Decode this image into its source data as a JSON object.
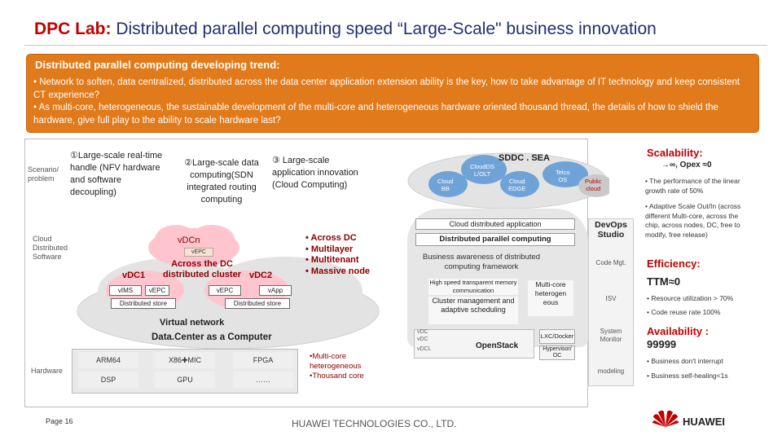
{
  "header": {
    "title_bold": "DPC Lab:",
    "title_rest": " Distributed parallel computing speed “Large-Scale\" business innovation"
  },
  "trend": {
    "heading": "Distributed parallel computing developing trend:",
    "line1": "• Network to soften, data centralized, distributed across the data center application extension ability is the key, how to take advantage of IT technology and keep consistent CT experience?",
    "line2": "• As multi-core, heterogeneous, the sustainable development of the multi-core and heterogeneous hardware oriented thousand thread, the details of how to shield the hardware, give full play to the ability to scale hardware last?"
  },
  "left_panel": {
    "scenario_label": "Scenario/\nproblem",
    "item1": "①Large-scale real-time handle (NFV hardware and software decoupling)",
    "item2": "②Large-scale data computing(SDN integrated routing computing",
    "item3": "③ Large-scale application innovation (Cloud Computing)",
    "cloud_label": "Cloud\nDistributed\nSoftware",
    "vdcn": "vDCn",
    "vepc_small": "vEPC",
    "across_dc": "Across the DC\ndistributed cluster",
    "vdc1": "vDC1",
    "vdc2": "vDC2",
    "vims": "vIMS",
    "vepc1": "vEPC",
    "vepc2": "vEPC",
    "vapp": "vApp",
    "store1": "Distributed store",
    "store2": "Distributed store",
    "bullets": [
      "• Across DC",
      "• Multilayer",
      "• Multitenant",
      "• Massive node"
    ],
    "virtual_network": "Virtual network",
    "dc_computer": "Data.Center as a Computer",
    "hardware_label": "Hardware",
    "hw": [
      "ARM64",
      "X86✚MIC",
      "FPGA",
      "DSP",
      "GPU",
      "……"
    ],
    "hw_note": "•Multi-core heterogeneous\n•Thousand core"
  },
  "middle_panel": {
    "sddc": "SDDC . SEA",
    "cloud_bb": "Cloud\nBB",
    "cloudds": "CloudDS\nL/OLT",
    "cloud_edge": "Cloud\nEDGE",
    "telco_os": "Telco\nOS",
    "public_cloud": "Public\ncloud",
    "cloud_app": "Cloud distributed application",
    "dpc": "Distributed parallel computing",
    "business_awareness": "Business awareness of distributed computing framework",
    "high_speed": "High speed transparent memory communication",
    "cluster_mgmt": "Cluster management and adaptive scheduling",
    "multicore": "Multi-core heterogen eous",
    "vdc_a": "vDC",
    "vdc_b": "vDC",
    "vdc_c": "vDCL",
    "openstack": "OpenStack",
    "lxc": "LXC/Docker",
    "hypervisor": "Hypervisor/ OC",
    "devops": "DevOps\nStudio",
    "code_mgt": "Code Mgt.",
    "isv": "ISV",
    "system_monitor": "System\nMonitor",
    "modeling": "modeling"
  },
  "right_panel": {
    "scal_title": "Scalability:",
    "scal_sub": "→∞, Opex ≈0",
    "scal_b1": "• The performance of the linear growth rate of 50%",
    "scal_b2": "• Adaptive Scale Out/In (across different Multi-core, across the chip, across nodes, DC, free to modify, free release)",
    "eff_title": "Efficiency:",
    "eff_sub": "TTM≈0",
    "eff_b1": "• Resource utilization > 70%",
    "eff_b2": "• Code reuse rate 100%",
    "avail_title": "Availability :",
    "avail_sub": "99999",
    "avail_b1": "• Business don't interrupt",
    "avail_b2": "• Business self-healing<1s"
  },
  "footer": {
    "page": "Page 16",
    "company": "HUAWEI TECHNOLOGIES CO., LTD.",
    "brand": "HUAWEI"
  },
  "colors": {
    "title_red": "#c00000",
    "title_blue": "#1f2f6b",
    "trend_orange": "#e07a1a",
    "cloud_pink": "#ffc5cf",
    "cloud_grey": "#e3e3e3"
  }
}
